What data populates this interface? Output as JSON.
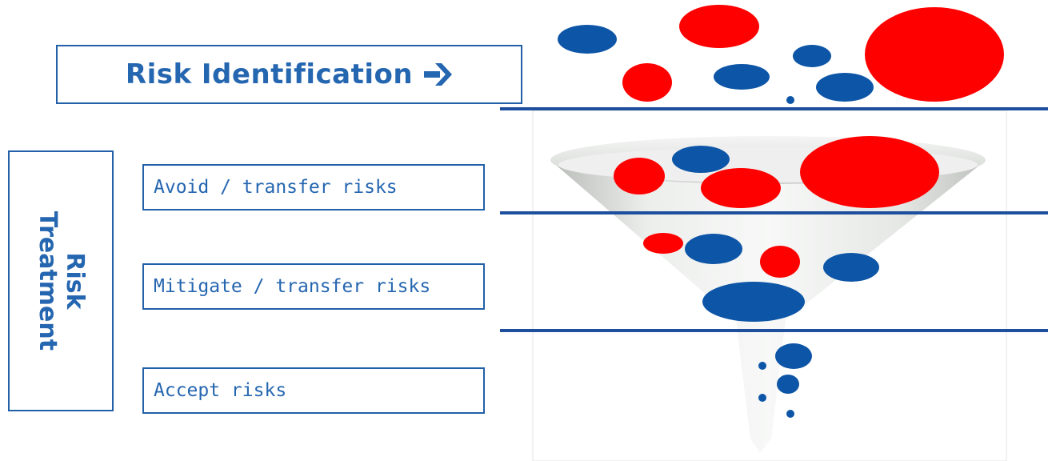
{
  "identification": {
    "label": "Risk Identification"
  },
  "treatment": {
    "line1": "Risk",
    "line2": "Treatment"
  },
  "options": [
    {
      "label": "Avoid / transfer risks"
    },
    {
      "label": "Mitigate / transfer risks"
    },
    {
      "label": "Accept risks"
    }
  ],
  "colors": {
    "accent": "#2566b0",
    "high_risk": "#ff0000",
    "low_risk": "#0d55a6",
    "divider": "#1e4f9c"
  }
}
